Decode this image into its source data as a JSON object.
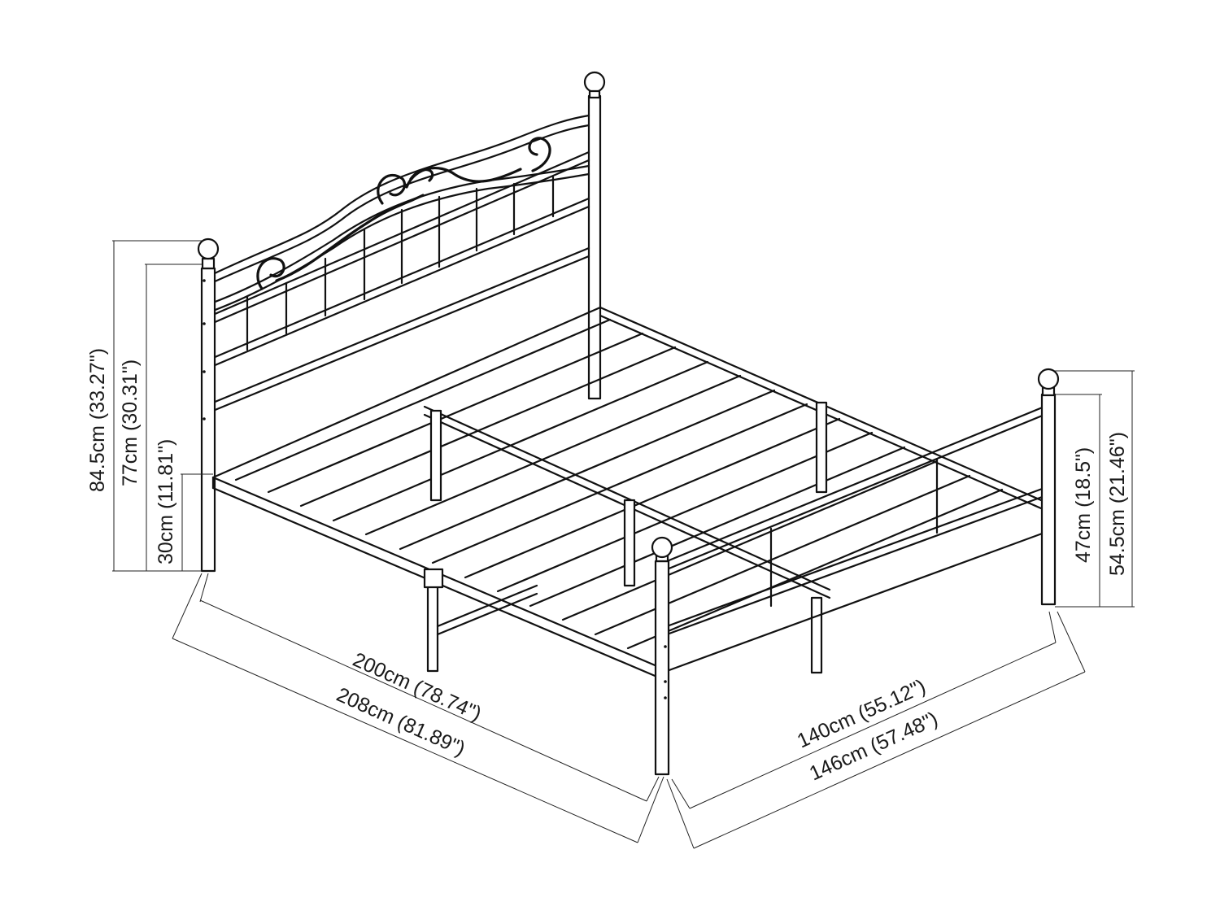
{
  "diagram": {
    "subject": "metal platform bed frame dimension drawing",
    "dimensions": {
      "headboard_total_height": "84.5cm (33.27\")",
      "headboard_panel_height": "77cm (30.31\")",
      "frame_height": "30cm (11.81\")",
      "footboard_total_height": "54.5cm (21.46\")",
      "footboard_panel_height": "47cm (18.5\")",
      "inner_length": "200cm (78.74\")",
      "outer_length": "208cm (81.89\")",
      "inner_width": "140cm (55.12\")",
      "outer_width": "146cm (57.48\")"
    }
  }
}
